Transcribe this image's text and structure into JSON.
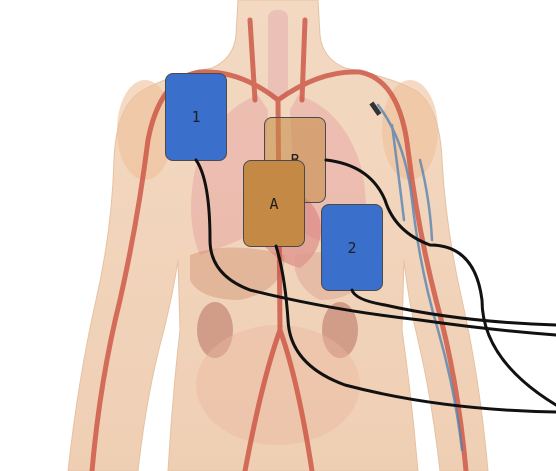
{
  "diagram": {
    "electrodes": [
      {
        "id": "pad-1",
        "label": "1",
        "kind": "defibrillator-pad",
        "color": "#3b6fcc"
      },
      {
        "id": "pad-2",
        "label": "2",
        "kind": "defibrillator-pad",
        "color": "#3b6fcc"
      },
      {
        "id": "pad-a",
        "label": "A",
        "kind": "electrode-pad",
        "color": "#c48a45"
      },
      {
        "id": "pad-b",
        "label": "B",
        "kind": "electrode-pad",
        "color": "#c48a45",
        "placement": "behind-chest"
      }
    ],
    "lead_wire_color": "#111111"
  }
}
